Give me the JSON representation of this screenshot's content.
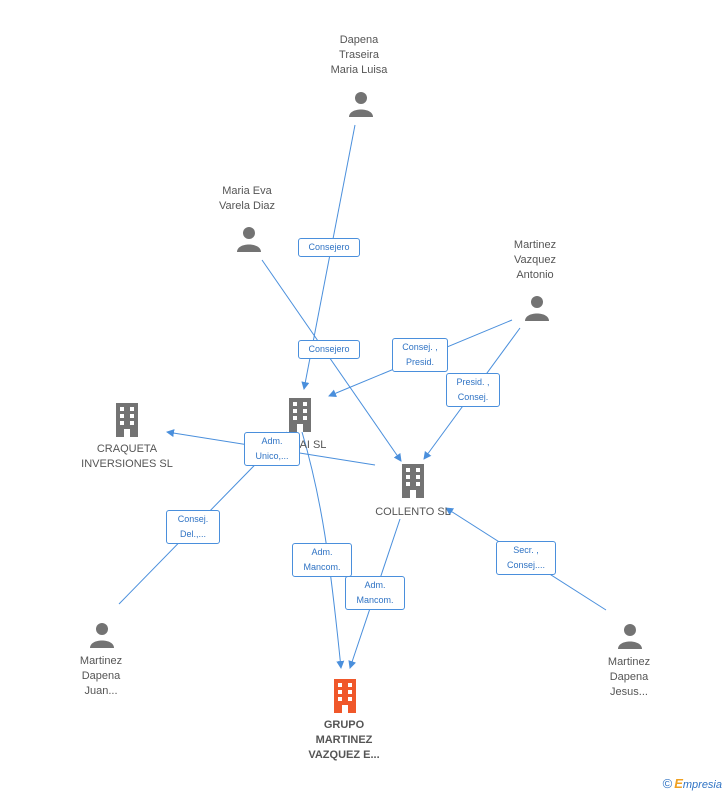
{
  "colors": {
    "edge": "#4a8fdc",
    "node": "#737373",
    "highlight": "#f0572a"
  },
  "nodes": {
    "dapena_traseira": {
      "label": "Dapena\nTraseira\nMaria Luisa",
      "icon": "person-icon"
    },
    "maria_eva": {
      "label": "Maria Eva\nVarela Diaz",
      "icon": "person-icon"
    },
    "martinez_antonio": {
      "label": "Martinez\nVazquez\nAntonio",
      "icon": "person-icon"
    },
    "craqueta": {
      "label": "CRAQUETA\nINVERSIONES SL",
      "icon": "building-icon"
    },
    "tai": {
      "label": "TAI SL",
      "icon": "building-icon"
    },
    "collento": {
      "label": "COLLENTO SL",
      "icon": "building-icon"
    },
    "martinez_juan": {
      "label": "Martinez\nDapena\nJuan...",
      "icon": "person-icon"
    },
    "martinez_jesus": {
      "label": "Martinez\nDapena\nJesus...",
      "icon": "person-icon"
    },
    "grupo": {
      "label": "GRUPO\nMARTINEZ\nVAZQUEZ E...",
      "icon": "building-icon"
    }
  },
  "edges": {
    "e1": "Consejero",
    "e2": "Consejero",
    "e3": "Consej. ,\nPresid.",
    "e4": "Presid. ,\nConsej.",
    "e5": "Adm.\nUnico,...",
    "e6": "Consej.\nDel.,...",
    "e7": "Adm.\nMancom.",
    "e8": "Adm.\nMancom.",
    "e9": "Secr. ,\nConsej...."
  },
  "watermark": {
    "symbol": "©",
    "brand_initial": "E",
    "brand_rest": "mpresia"
  }
}
